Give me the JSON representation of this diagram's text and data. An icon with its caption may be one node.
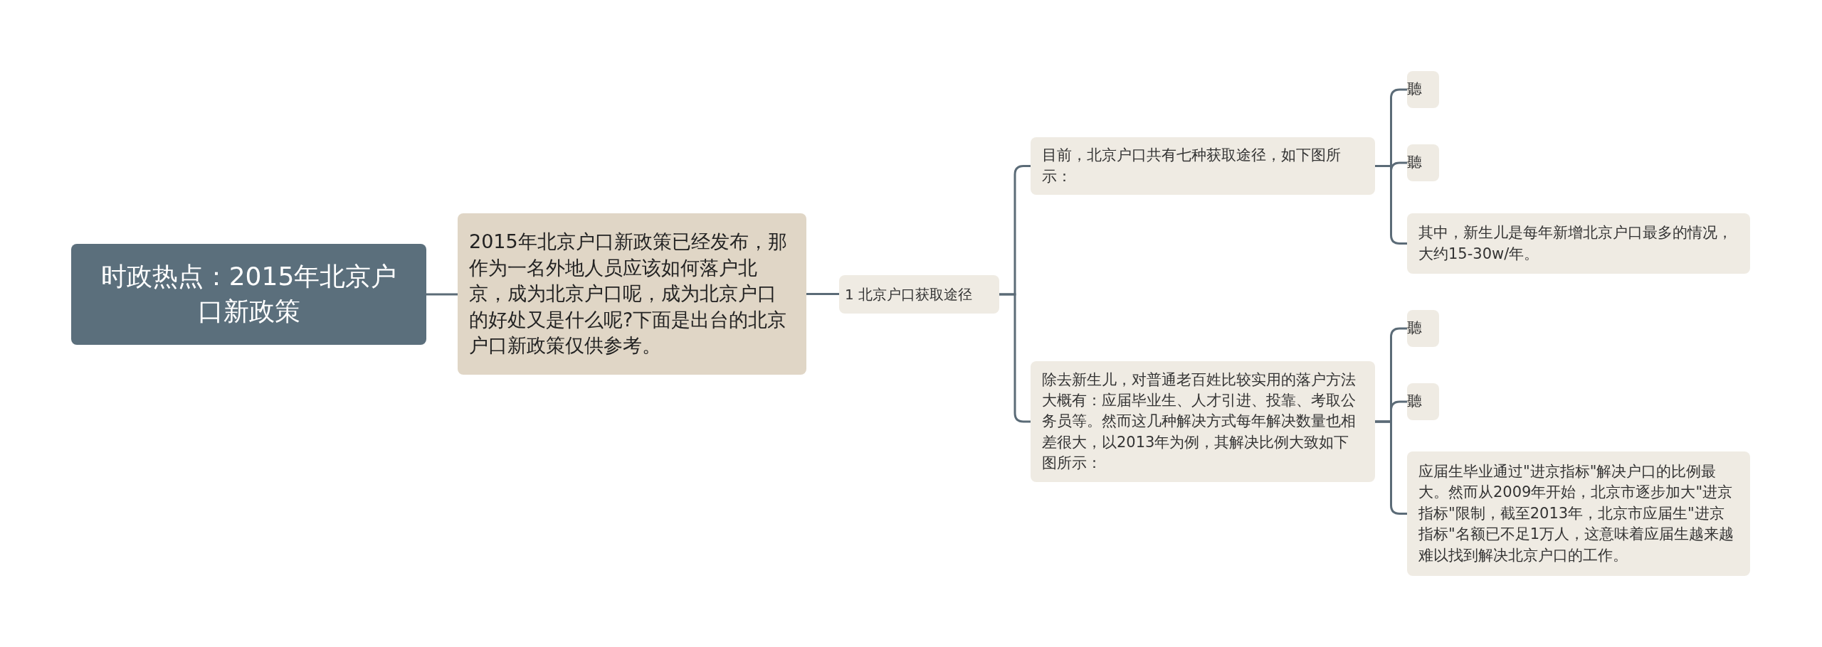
{
  "diagram": {
    "nodes": [
      {
        "text": [
          "时政热点：2015年北京户口新政策"
        ]
      },
      {
        "text": [
          "2015年北京户口新政策已经发布，那作为一名外地人员应该如何落户北京，成为北京户口呢，成为北京户口的好处又是什么呢?下面是出台的北京户口新政策仅供参考。"
        ]
      },
      {
        "text": [
          "1 北京户口获取途径"
        ]
      },
      {
        "text": [
          "目前，北京户口共有七种获取途径，如下图所示："
        ]
      },
      {
        "text": [
          "除去新生儿，对普通老百姓比较实用的落户方法大概有：应届毕业生、人才引进、投靠、考取公务员等。然而这几种解决方式每年解决数量也相差很大，以2013年为例，其解决比例大致如下图所示："
        ]
      },
      {
        "text": [
          "聽"
        ]
      },
      {
        "text": [
          "聽"
        ]
      },
      {
        "text": [
          "其中，新生儿是每年新增北京户口最多的情况，大约15-30w/年。"
        ]
      },
      {
        "text": [
          "聽"
        ]
      },
      {
        "text": [
          "聽"
        ]
      },
      {
        "text": [
          "应届生毕业通过\"进京指标\"解决户口的比例最大。然而从2009年开始，北京市逐步加大\"进京指标\"限制，截至2013年，北京市应届生\"进京指标\"名额已不足1万人，这意味着应届生越来越难以找到解决北京户口的工作。"
        ]
      }
    ],
    "edges": [
      {
        "from": 0,
        "to": 1,
        "arrow": "none"
      },
      {
        "from": 1,
        "to": 2,
        "arrow": "none"
      },
      {
        "from": 2,
        "to": 3,
        "arrow": "none"
      },
      {
        "from": 2,
        "to": 4,
        "arrow": "none"
      },
      {
        "from": 3,
        "to": 5,
        "arrow": "none"
      },
      {
        "from": 3,
        "to": 6,
        "arrow": "none"
      },
      {
        "from": 3,
        "to": 7,
        "arrow": "none"
      },
      {
        "from": 4,
        "to": 8,
        "arrow": "none"
      },
      {
        "from": 4,
        "to": 9,
        "arrow": "none"
      },
      {
        "from": 4,
        "to": 10,
        "arrow": "none"
      }
    ]
  }
}
